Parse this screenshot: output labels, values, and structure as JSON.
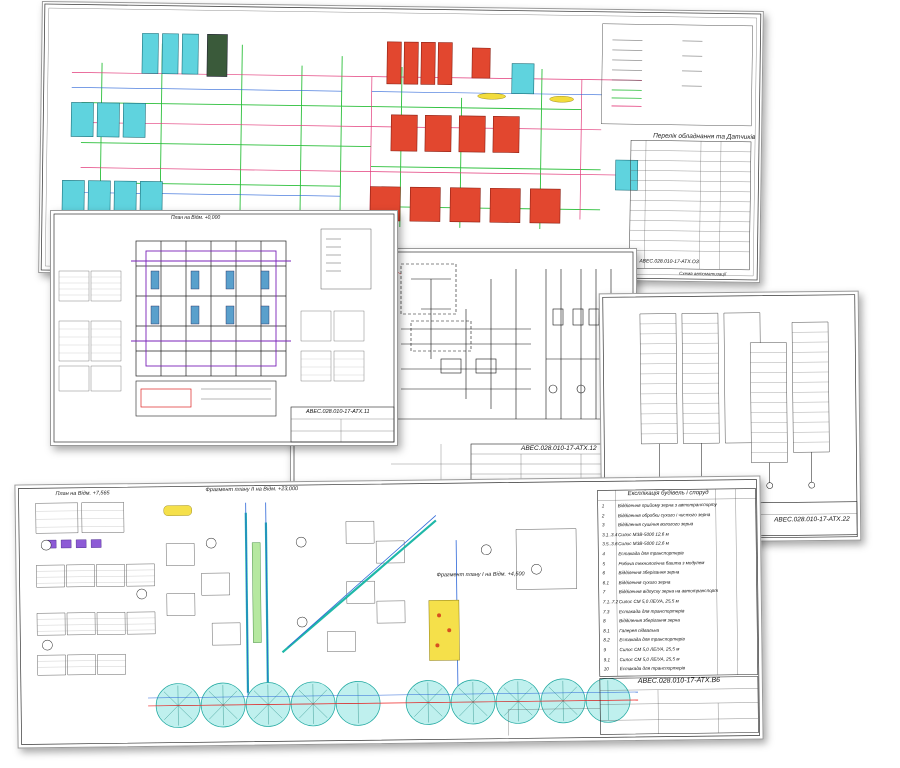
{
  "sheets": {
    "main_plan": {
      "subtitle": "Перелік обладнання та Датчиків",
      "caption": "Схема автоматизації",
      "code": "АВЕС.028.010-17-АТХ.ОЗ"
    },
    "floor_plan": {
      "top_label": "План на Відм. +0,000",
      "code": "АВЕС.028.010-17-АТХ.11"
    },
    "circuit": {
      "code": "АВЕС.028.010-17-АТХ.12"
    },
    "tables": {
      "code": "АВЕС.028.010-17-АТХ.22"
    },
    "bottom": {
      "label_left": "План на Відм. +7,565",
      "label_top": "Фрагмент плану II на Відм. +23,000",
      "label_right": "Фрагмент плану I на Відм. +4,500",
      "legend_title": "Експлікація будівель і споруд",
      "code": "АВЕС.028.010-17-АТХ.В6",
      "rows": [
        {
          "num": "1",
          "name": "Відділення прийому зерна з автотранспорту"
        },
        {
          "num": "2",
          "name": "Відділення обробки сухого і чистого зерна"
        },
        {
          "num": "3",
          "name": "Відділення сушіння вологого зерна"
        },
        {
          "num": "3.1..3.4",
          "name": "Силос МЗВ-5000 12,6 м"
        },
        {
          "num": "3.5..3.6",
          "name": "Силос МЗВ-5000 12,6 м"
        },
        {
          "num": "4",
          "name": "Естакада для транспортерів"
        },
        {
          "num": "5",
          "name": "Робоча технологічна башта з модулем"
        },
        {
          "num": "6",
          "name": "Відділення зберігання зерна"
        },
        {
          "num": "6.1",
          "name": "Відділення сухого зерна"
        },
        {
          "num": "7",
          "name": "Відділення відпуску зерна на автотранспорт"
        },
        {
          "num": "7.1..7.2",
          "name": "Силос СМ 5,0 ЛЕ/УА, 25,5 м"
        },
        {
          "num": "7.3",
          "name": "Естакада для транспортерів"
        },
        {
          "num": "8",
          "name": "Відділення зберігання зерна"
        },
        {
          "num": "8.1",
          "name": "Галерея підвальна"
        },
        {
          "num": "8.2",
          "name": "Естакада для транспортерів"
        },
        {
          "num": "9",
          "name": "Силос СМ 5,0 ЛЕ/УА, 25,5 м"
        },
        {
          "num": "9.1",
          "name": "Силос СМ 5,0 ЛЕ/УА, 25,5 м"
        },
        {
          "num": "10",
          "name": "Естакада для транспортерів"
        }
      ]
    }
  }
}
